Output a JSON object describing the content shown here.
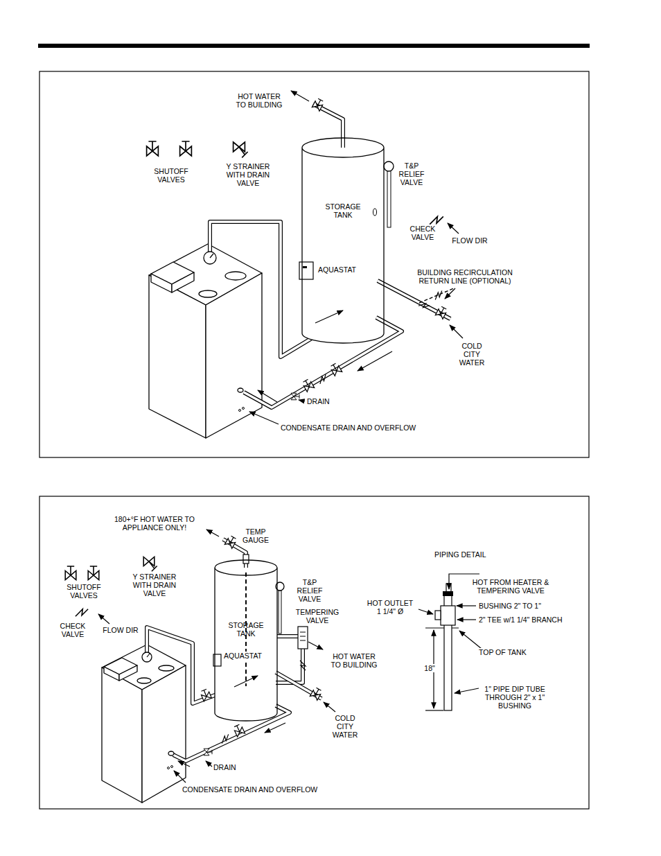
{
  "diagram": {
    "nodes": [
      {
        "text": [
          "STORAGE TANK"
        ]
      },
      {
        "text": [
          "STORAGE TANK"
        ]
      }
    ],
    "labels": [
      "HOT WATER TO BUILDING",
      "SHUTOFF VALVES",
      "Y STRAINER WITH DRAIN VALVE",
      "T&P RELIEF VALVE",
      "CHECK VALVE",
      "FLOW DIR",
      "AQUASTAT",
      "BUILDING RECIRCULATION RETURN LINE (OPTIONAL)",
      "COLD CITY WATER",
      "DRAIN",
      "CONDENSATE DRAIN AND OVERFLOW",
      "180+°F HOT WATER TO APPLIANCE ONLY!",
      "TEMP GAUGE",
      "PIPING DETAIL",
      "SHUTOFF VALVES",
      "Y STRAINER WITH DRAIN VALVE",
      "T&P RELIEF VALVE",
      "HOT FROM HEATER & TEMPERING VALVE",
      "HOT OUTLET 1 1/4\" Ø",
      "BUSHING 2\" TO 1\"",
      "2\" TEE w/1 1/4\" BRANCH",
      "TEMPERING VALVE",
      "CHECK VALVE",
      "FLOW DIR",
      "TOP OF TANK",
      "AQUASTAT",
      "HOT WATER TO BUILDING",
      "18\"",
      "1\" PIPE DIP TUBE THROUGH 2\" x 1\" BUSHING",
      "COLD CITY WATER",
      "DRAIN",
      "CONDENSATE DRAIN AND OVERFLOW"
    ]
  }
}
